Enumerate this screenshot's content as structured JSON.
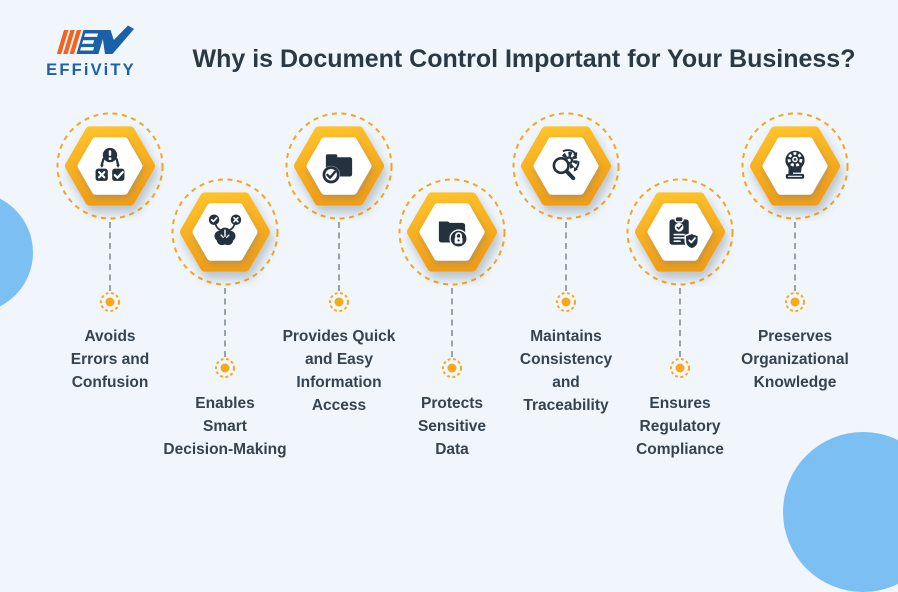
{
  "header": {
    "brand": "EFFiViTY",
    "title": "Why is Document Control Important for Your Business?"
  },
  "items": [
    {
      "label": "Avoids\nErrors and\nConfusion",
      "icon": "error-decision-icon",
      "position": "high"
    },
    {
      "label": "Enables\nSmart\nDecision-Making",
      "icon": "smart-brain-icon",
      "position": "low"
    },
    {
      "label": "Provides Quick\nand Easy\nInformation\nAccess",
      "icon": "folder-check-icon",
      "position": "high"
    },
    {
      "label": "Protects\nSensitive\nData",
      "icon": "folder-lock-icon",
      "position": "low"
    },
    {
      "label": "Maintains\nConsistency\nand\nTraceability",
      "icon": "search-gear-icon",
      "position": "high"
    },
    {
      "label": "Ensures\nRegulatory\nCompliance",
      "icon": "clipboard-shield-icon",
      "position": "low"
    },
    {
      "label": "Preserves\nOrganizational\nKnowledge",
      "icon": "knowledge-head-icon",
      "position": "high"
    }
  ],
  "colors": {
    "background": "#F0F6FB",
    "accent_yellow": "#F3A71F",
    "hex_gradient_top": "#FFC32B",
    "hex_gradient_bottom": "#F09E16",
    "icon_navy": "#243240",
    "title_color": "#2B3945",
    "label_color": "#36434F",
    "brand_blue": "#1A61A7",
    "brand_orange": "#F2641F",
    "decor_circle_blue": "#7CC0F3",
    "connector_gray": "#98A2AB"
  }
}
